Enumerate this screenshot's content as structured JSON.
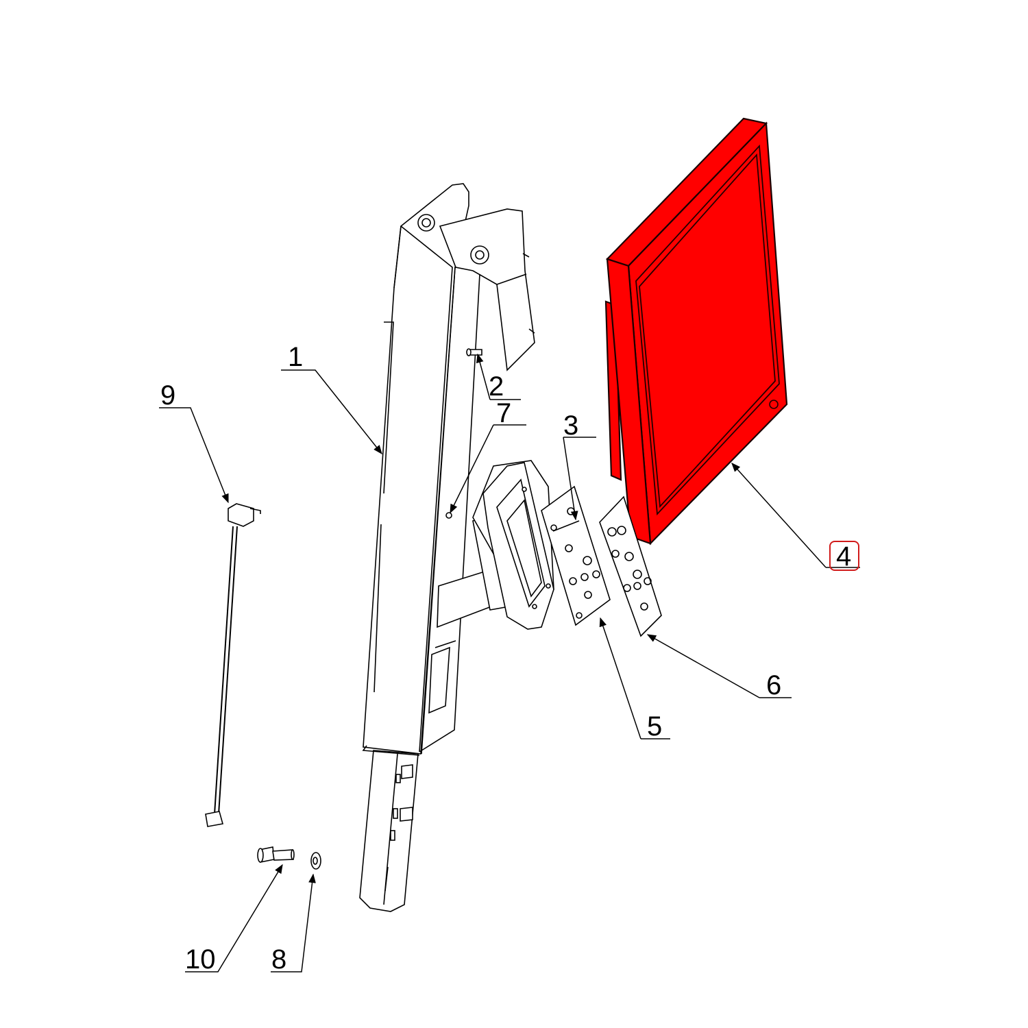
{
  "callouts": [
    {
      "id": "1",
      "label": "1"
    },
    {
      "id": "2",
      "label": "2"
    },
    {
      "id": "3",
      "label": "3"
    },
    {
      "id": "4",
      "label": "4",
      "highlighted": true
    },
    {
      "id": "5",
      "label": "5"
    },
    {
      "id": "6",
      "label": "6"
    },
    {
      "id": "7",
      "label": "7"
    },
    {
      "id": "8",
      "label": "8"
    },
    {
      "id": "9",
      "label": "9"
    },
    {
      "id": "10",
      "label": "10"
    }
  ],
  "colors": {
    "highlight_part": "#ff0000",
    "highlight_box": "#d11a1a",
    "line": "#000000",
    "background": "#ffffff"
  }
}
